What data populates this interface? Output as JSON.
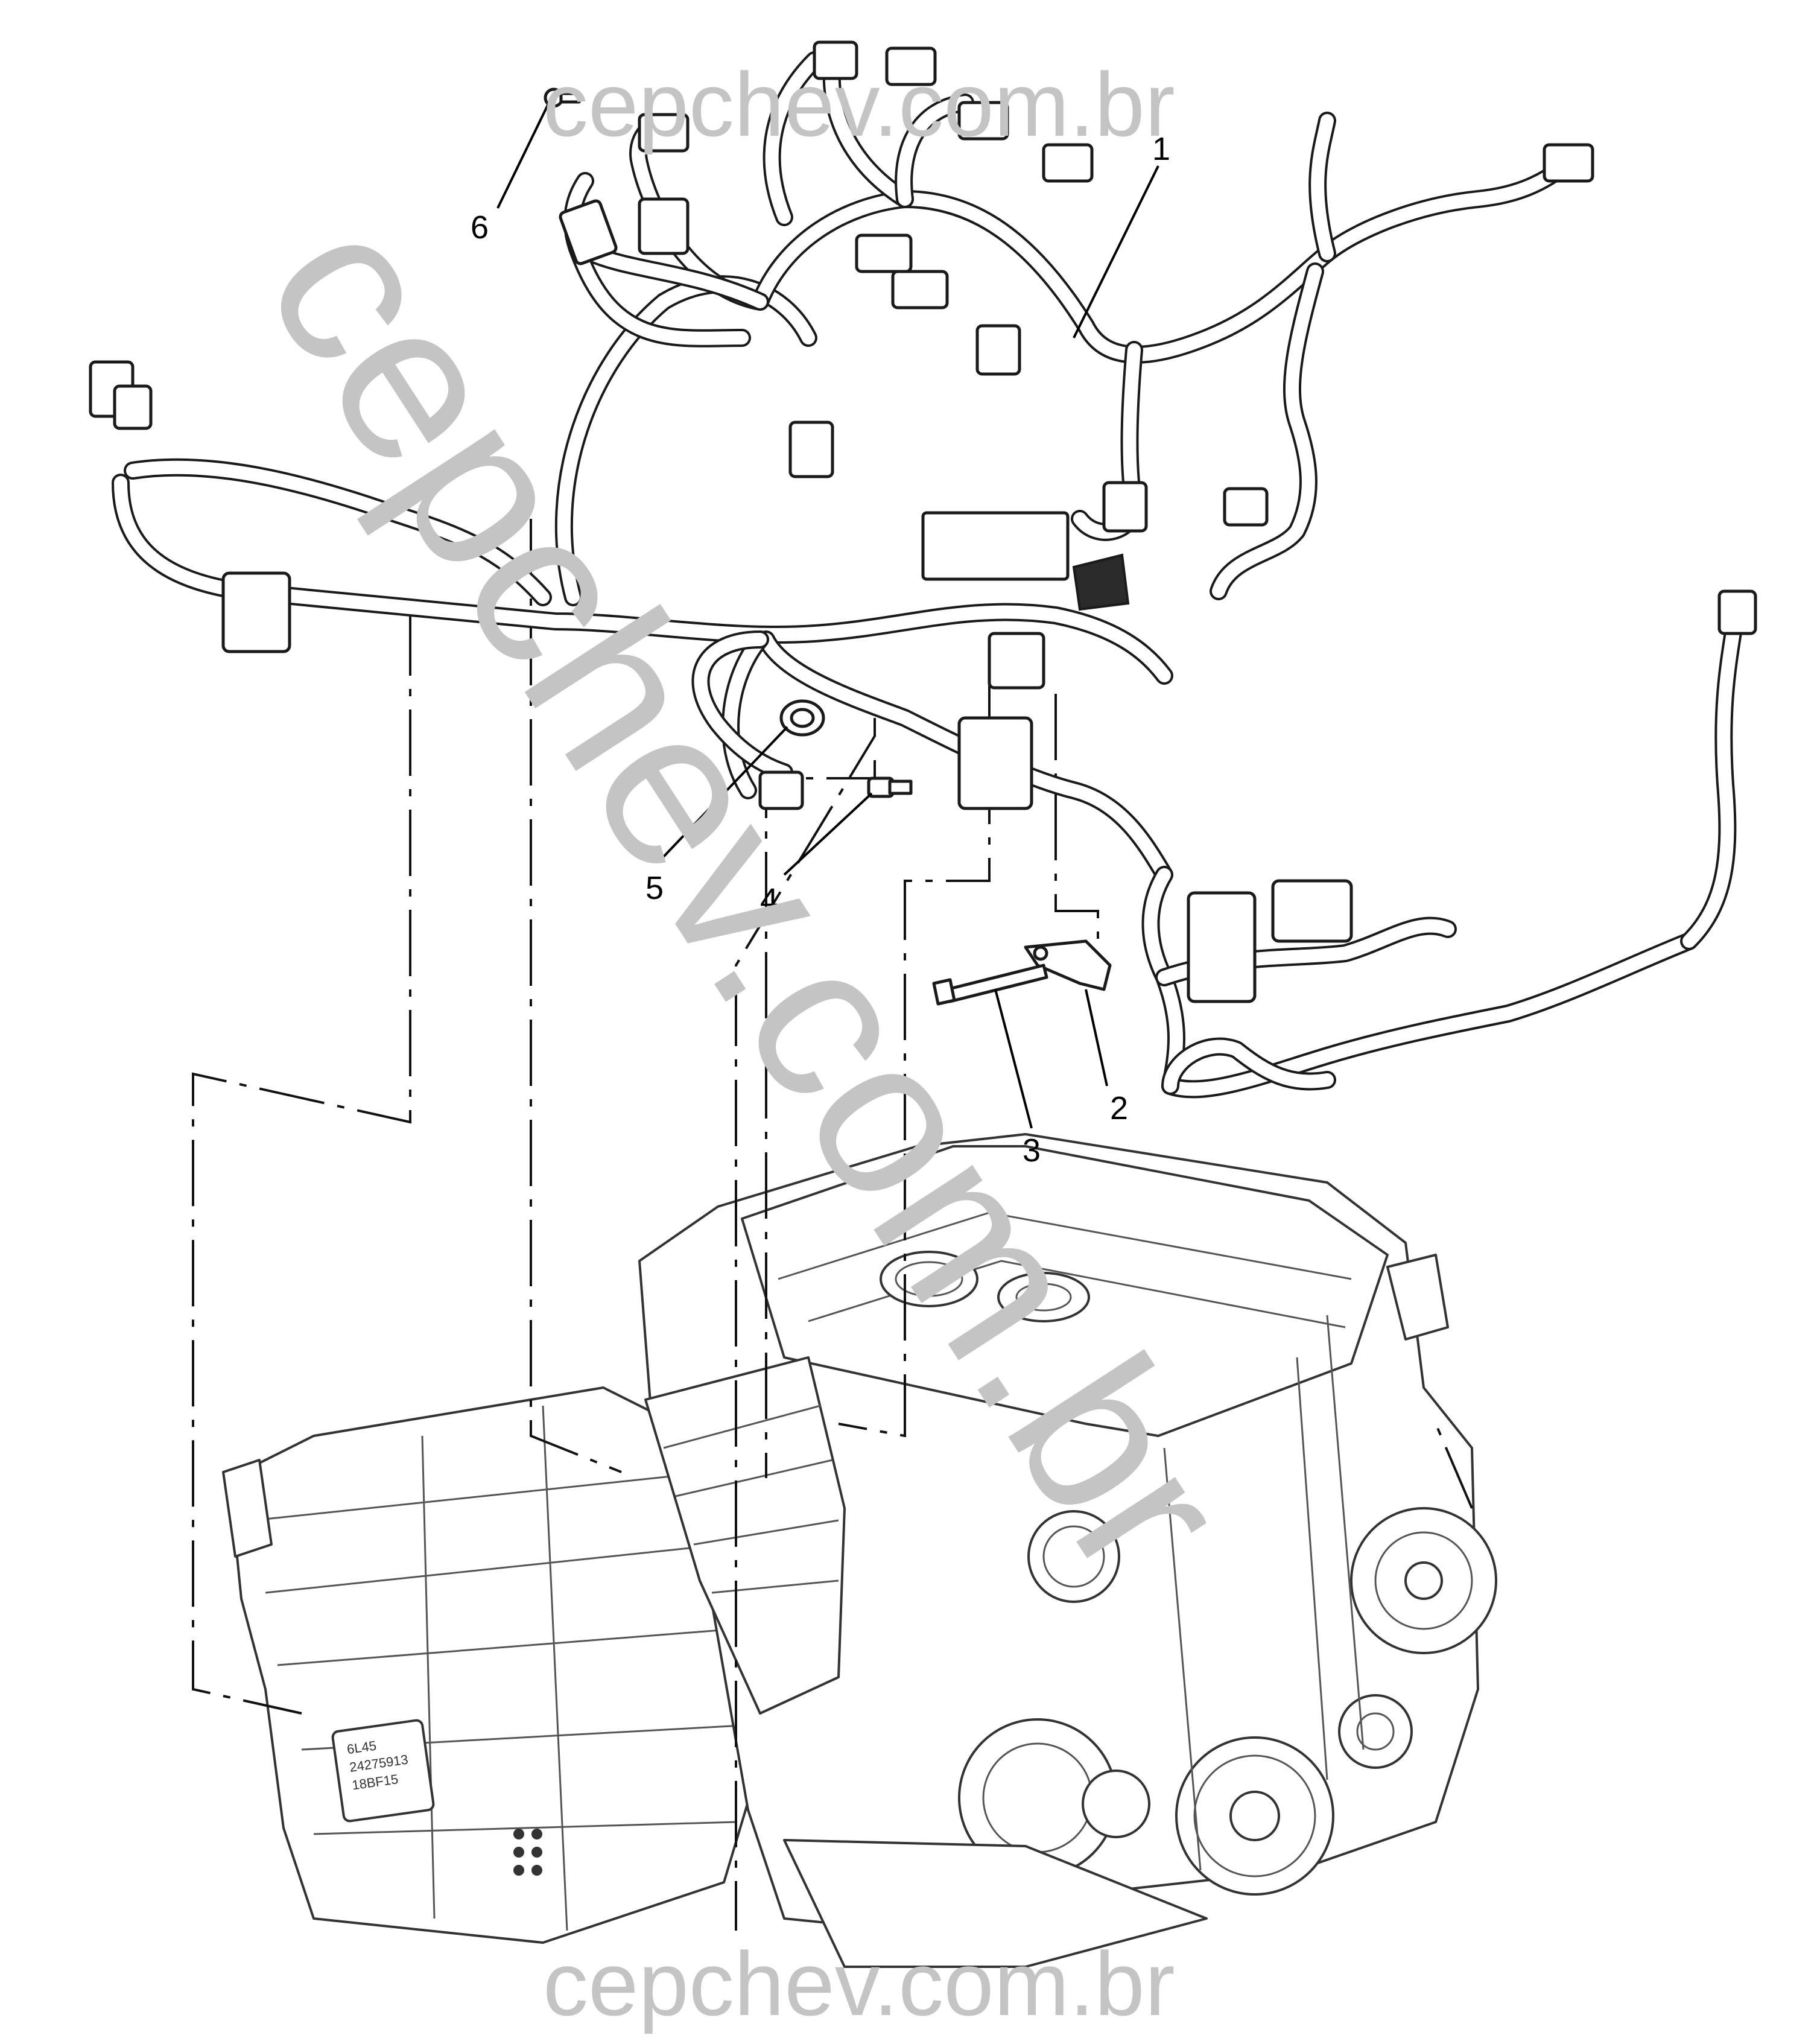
{
  "watermark": {
    "header_text": "cepchev.com.br",
    "footer_text": "cepchev.com.br",
    "diagonal_text": "cepchev.com.br"
  },
  "callouts": [
    {
      "id": "1",
      "label": "1"
    },
    {
      "id": "2",
      "label": "2"
    },
    {
      "id": "3",
      "label": "3"
    },
    {
      "id": "4",
      "label": "4"
    },
    {
      "id": "5",
      "label": "5"
    },
    {
      "id": "6",
      "label": "6"
    }
  ],
  "transmission_tag": [
    "6L45",
    "24275913",
    "18BF15"
  ]
}
